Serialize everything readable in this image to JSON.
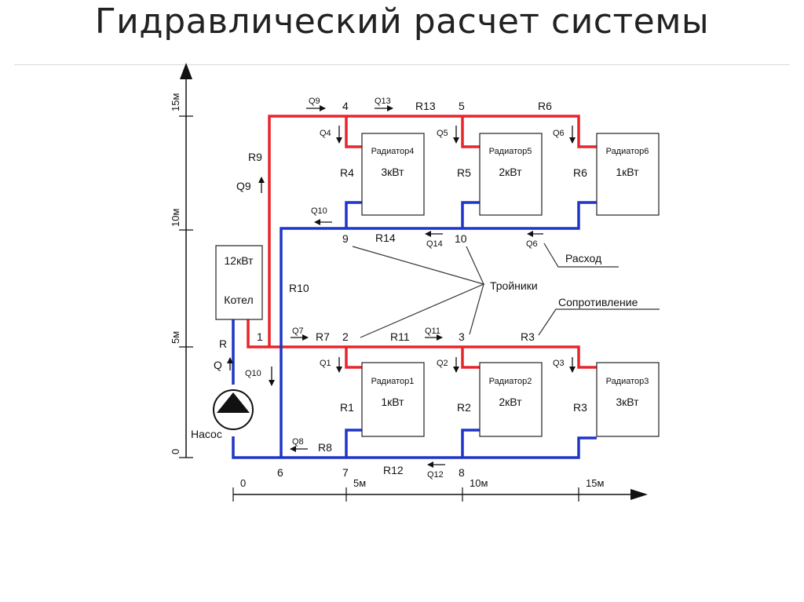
{
  "title": "Гидравлический расчет системы",
  "colors": {
    "supply": "#e8252b",
    "return": "#1f35c8"
  },
  "axes": {
    "y_ticks": [
      "0",
      "5м",
      "10м",
      "15м"
    ],
    "x_ticks": [
      "0",
      "5м",
      "10м",
      "15м"
    ]
  },
  "boiler": {
    "power": "12кВт",
    "name": "Котел"
  },
  "pump": {
    "label": "Насос"
  },
  "radiators": [
    {
      "name": "Радиатор1",
      "power": "1кВт"
    },
    {
      "name": "Радиатор2",
      "power": "2кВт"
    },
    {
      "name": "Радиатор3",
      "power": "3кВт"
    },
    {
      "name": "Радиатор4",
      "power": "3кВт"
    },
    {
      "name": "Радиатор5",
      "power": "2кВт"
    },
    {
      "name": "Радиатор6",
      "power": "1кВт"
    }
  ],
  "nodes": [
    "1",
    "2",
    "3",
    "4",
    "5",
    "6",
    "7",
    "8",
    "9",
    "10"
  ],
  "resistances": [
    "R",
    "R1",
    "R2",
    "R3",
    "R4",
    "R5",
    "R6",
    "R7",
    "R8",
    "R9",
    "R10",
    "R11",
    "R12",
    "R13",
    "R14"
  ],
  "flows": [
    "Q",
    "Q1",
    "Q2",
    "Q3",
    "Q4",
    "Q5",
    "Q6",
    "Q7",
    "Q8",
    "Q9",
    "Q10",
    "Q11",
    "Q12",
    "Q13",
    "Q14"
  ],
  "annotations": {
    "flow": "Расход",
    "tees": "Тройники",
    "resistance": "Сопротивление"
  }
}
